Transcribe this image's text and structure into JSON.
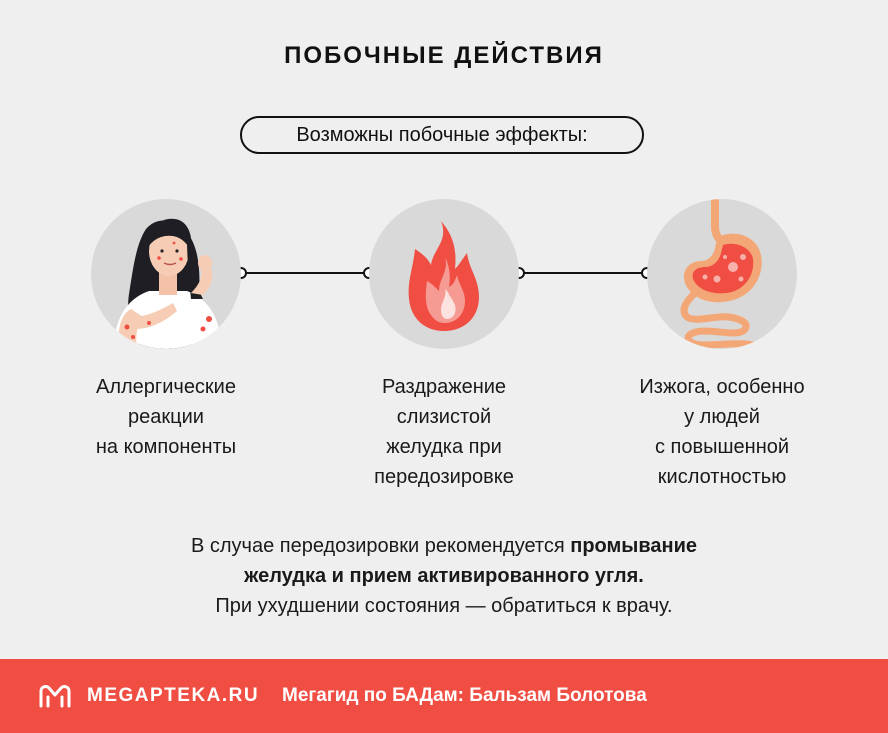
{
  "title": "ПОБОЧНЫЕ ДЕЙСТВИЯ",
  "subtitle": "Возможны побочные эффекты:",
  "effects": [
    {
      "icon": "allergy-woman-icon",
      "lines": [
        "Аллергические",
        "реакции",
        "на компоненты"
      ]
    },
    {
      "icon": "flame-icon",
      "lines": [
        "Раздражение",
        "слизистой",
        "желудка при",
        "передозировке"
      ]
    },
    {
      "icon": "stomach-icon",
      "lines": [
        "Изжога, особенно",
        "у людей",
        "с повышенной",
        "кислотностью"
      ]
    }
  ],
  "note": {
    "prefix": "В случае передозировки рекомендуется ",
    "bold1": "промывание",
    "bold2": "желудка и прием активированного угля.",
    "line3": "При ухудшении состояния — обратиться к врачу."
  },
  "footer": {
    "brand": "MEGAPTEKA.RU",
    "tagline": "Мегагид по БАДам: Бальзам Болотова"
  },
  "colors": {
    "accent": "#f04e43",
    "background": "#efefef",
    "circle": "#d9d9d9"
  }
}
